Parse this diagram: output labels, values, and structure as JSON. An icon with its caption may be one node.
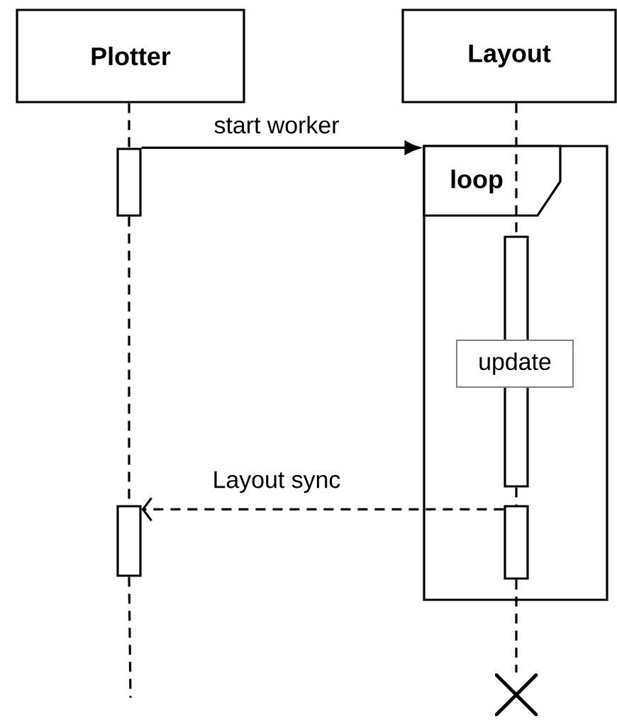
{
  "diagram": {
    "nodes": [
      {
        "text": [
          "Plotter"
        ]
      },
      {
        "text": [
          "Layout"
        ]
      },
      {
        "text": [
          "loop"
        ]
      },
      {
        "text": [],
        "shape": "bar"
      },
      {
        "text": [],
        "shape": "bar",
        "in": 2
      },
      {
        "text": [
          "update"
        ],
        "in": 2
      },
      {
        "text": [],
        "shape": "bar",
        "in": 2
      },
      {
        "text": [],
        "shape": "bar"
      },
      {
        "text": [],
        "shape": "cross"
      }
    ],
    "edges": [
      {
        "from": 3,
        "to": 2,
        "arrow": "to",
        "label": "start worker"
      },
      {
        "from": 6,
        "to": 7,
        "arrow": "to",
        "label": "Layout sync",
        "style": "dashed"
      },
      {
        "from": 0,
        "to": 3,
        "arrow": "none",
        "style": "dashed"
      },
      {
        "from": 3,
        "to": 7,
        "arrow": "none",
        "style": "dashed"
      },
      {
        "from": 7,
        "to": null,
        "arrow": "none",
        "style": "dashed"
      },
      {
        "from": 1,
        "to": 4,
        "arrow": "none",
        "style": "dashed"
      },
      {
        "from": 4,
        "to": 6,
        "arrow": "none",
        "style": "dashed"
      },
      {
        "from": 6,
        "to": 8,
        "arrow": "none",
        "style": "dashed"
      }
    ]
  }
}
